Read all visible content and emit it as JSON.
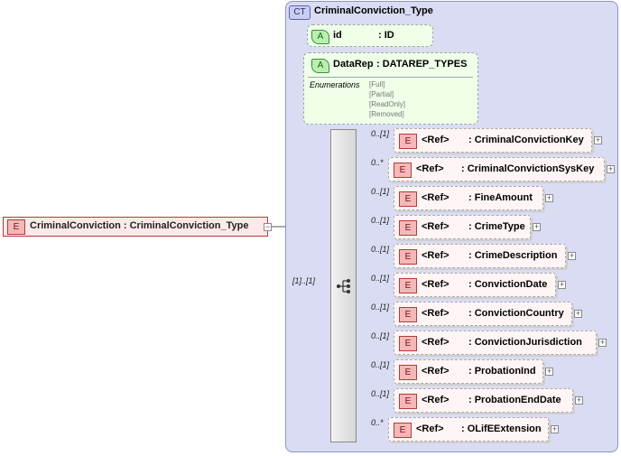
{
  "root": {
    "badge": "E",
    "label": "CriminalConviction : CriminalConviction_Type"
  },
  "complex_type": {
    "badge": "CT",
    "name": "CriminalConviction_Type",
    "attributes": [
      {
        "badge": "A",
        "name": "id",
        "type": ": ID"
      },
      {
        "badge": "A",
        "name": "DataRep",
        "type": ": DATAREP_TYPES",
        "enumerations_label": "Enumerations",
        "enumerations": [
          "[Full]",
          "[Partial]",
          "[ReadOnly]",
          "[Removed]"
        ]
      }
    ],
    "sequence_cardinality": "[1]..[1]",
    "elements": [
      {
        "card": "0..[1]",
        "ref": "<Ref>",
        "name": ": CriminalConvictionKey"
      },
      {
        "card": "0..*",
        "ref": "<Ref>",
        "name": ": CriminalConvictionSysKey"
      },
      {
        "card": "0..[1]",
        "ref": "<Ref>",
        "name": ": FineAmount"
      },
      {
        "card": "0..[1]",
        "ref": "<Ref>",
        "name": ": CrimeType"
      },
      {
        "card": "0..[1]",
        "ref": "<Ref>",
        "name": ": CrimeDescription"
      },
      {
        "card": "0..[1]",
        "ref": "<Ref>",
        "name": ": ConvictionDate"
      },
      {
        "card": "0..[1]",
        "ref": "<Ref>",
        "name": ": ConvictionCountry"
      },
      {
        "card": "0..[1]",
        "ref": "<Ref>",
        "name": ": ConvictionJurisdiction"
      },
      {
        "card": "0..[1]",
        "ref": "<Ref>",
        "name": ": ProbationInd"
      },
      {
        "card": "0..[1]",
        "ref": "<Ref>",
        "name": ": ProbationEndDate"
      },
      {
        "card": "0..*",
        "ref": "<Ref>",
        "name": ": OLifEExtension"
      }
    ],
    "element_badge": "E",
    "expander_symbol": "+",
    "collapse_symbol": "−"
  }
}
